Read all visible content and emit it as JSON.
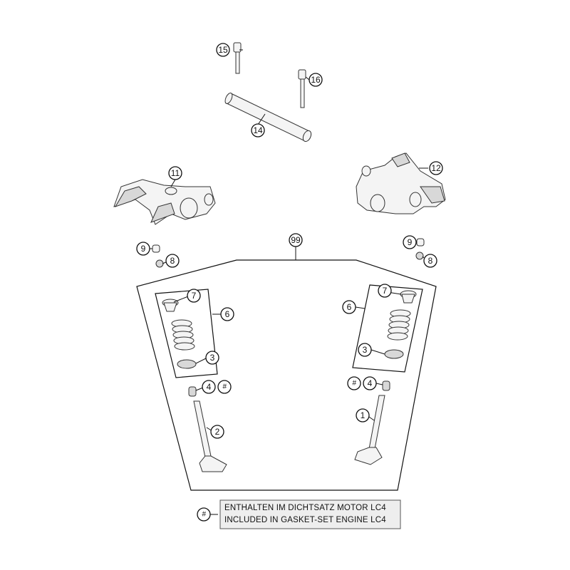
{
  "callouts": {
    "c1": "1",
    "c2": "2",
    "c3_left": "3",
    "c3_right": "3",
    "c4_left": "4",
    "c4_right": "4",
    "c6_left": "6",
    "c6_right": "6",
    "c7_left": "7",
    "c7_right": "7",
    "c8_left": "8",
    "c8_right": "8",
    "c9_left": "9",
    "c9_right": "9",
    "c11": "11",
    "c12": "12",
    "c14": "14",
    "c15": "15",
    "c16": "16",
    "c99": "99",
    "hash_left": "#",
    "hash_right": "#"
  },
  "legend": {
    "symbol": "#",
    "line1": "ENTHALTEN IM DICHTSATZ MOTOR LC4",
    "line2": "INCLUDED IN GASKET-SET ENGINE LC4"
  }
}
